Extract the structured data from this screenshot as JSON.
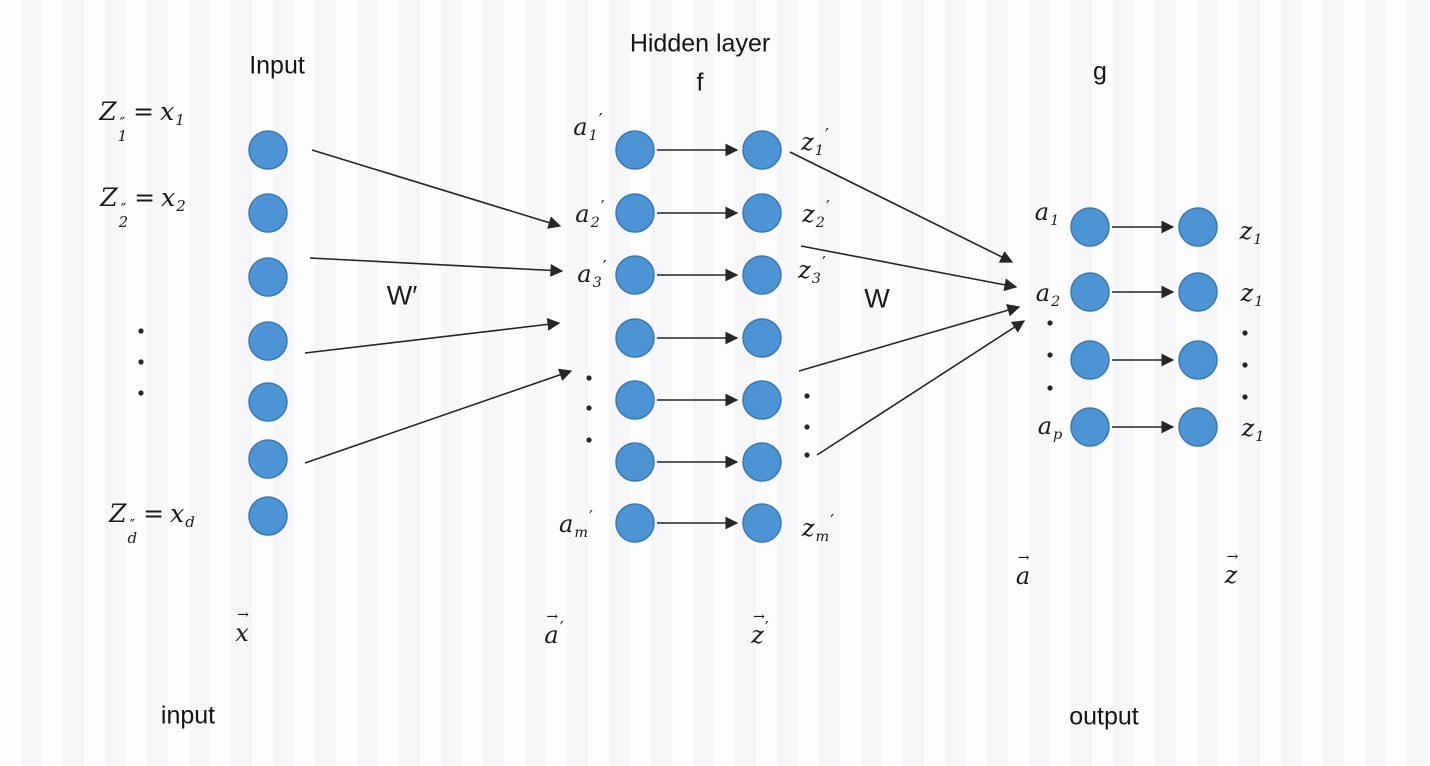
{
  "titles": {
    "input_column": "Input",
    "hidden_layer": "Hidden layer",
    "hidden_function": "f",
    "output_function": "g",
    "input_weights": "W′",
    "output_weights": "W",
    "input_word": "input",
    "output_word": "output"
  },
  "input_layer": {
    "equations": [
      {
        "lhs_base": "Z",
        "lhs_sup": "″",
        "lhs_sub": "1",
        "eq": "=",
        "rhs_base": "x",
        "rhs_sub": "1"
      },
      {
        "lhs_base": "Z",
        "lhs_sup": "″",
        "lhs_sub": "2",
        "eq": "=",
        "rhs_base": "x",
        "rhs_sub": "2"
      },
      {
        "lhs_base": "Z",
        "lhs_sup": "″",
        "lhs_sub": "d",
        "eq": "=",
        "rhs_base": "x",
        "rhs_sub": "d"
      }
    ],
    "vector": {
      "arrow": "→",
      "base": "x"
    }
  },
  "hidden_layer": {
    "pre_labels": [
      {
        "base": "a",
        "sub": "1",
        "prime": "′"
      },
      {
        "base": "a",
        "sub": "2",
        "prime": "′"
      },
      {
        "base": "a",
        "sub": "3",
        "prime": "′"
      },
      {
        "base": "a",
        "sub": "m",
        "prime": "′"
      }
    ],
    "post_labels": [
      {
        "base": "z",
        "sub": "1",
        "prime": "′"
      },
      {
        "base": "z",
        "sub": "2",
        "prime": "′"
      },
      {
        "base": "z",
        "sub": "3",
        "prime": "′"
      },
      {
        "base": "z",
        "sub": "m",
        "prime": "′"
      }
    ],
    "pre_vector": {
      "arrow": "→",
      "base": "a",
      "prime": "′"
    },
    "post_vector": {
      "arrow": "→",
      "base": "z",
      "prime": "′"
    }
  },
  "output_layer": {
    "pre_labels": [
      {
        "base": "a",
        "sub": "1"
      },
      {
        "base": "a",
        "sub": "2"
      },
      {
        "base": "a",
        "sub": "p"
      }
    ],
    "post_labels": [
      {
        "base": "z",
        "sub": "1"
      },
      {
        "base": "z",
        "sub": "1"
      },
      {
        "base": "z",
        "sub": "1"
      }
    ],
    "pre_vector": {
      "arrow": "→",
      "base": "a"
    },
    "post_vector": {
      "arrow": "→",
      "base": "z"
    }
  },
  "colors": {
    "node_fill": "#4c94d4",
    "node_stroke": "#3a78b5",
    "line": "#262626",
    "text": "#1b1b1b"
  }
}
